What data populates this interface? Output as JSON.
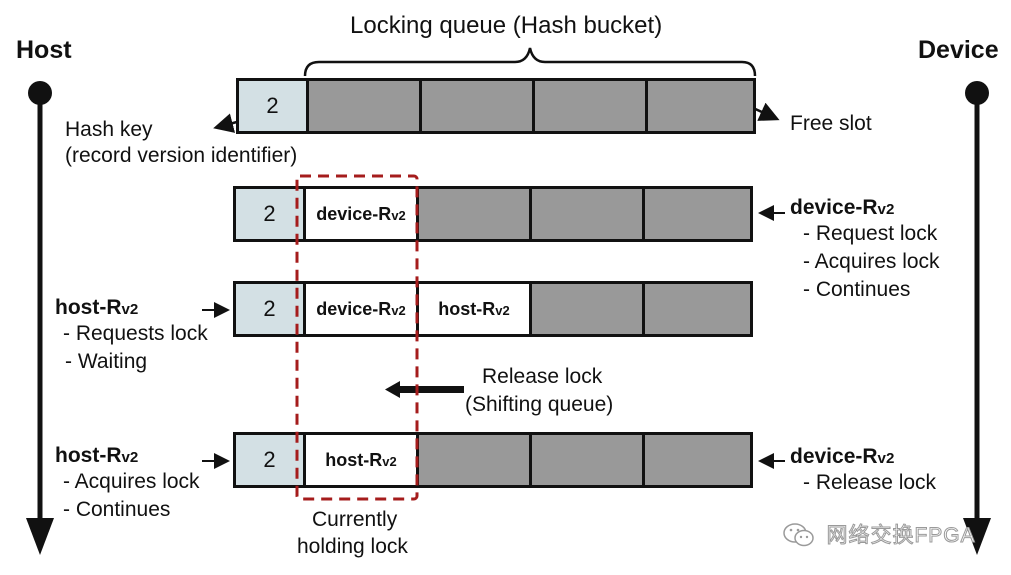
{
  "diagram": {
    "title": "Locking queue (Hash bucket)",
    "host_label": "Host",
    "device_label": "Device",
    "hash_key_value": "2",
    "hash_key_caption_line1": "Hash key",
    "hash_key_caption_line2": "(record version identifier)",
    "free_slot_caption": "Free slot",
    "release_caption_line1": "Release lock",
    "release_caption_line2": "(Shifting queue)",
    "holding_caption_line1": "Currently",
    "holding_caption_line2": "holding lock",
    "rows": [
      {
        "name": "initial",
        "cells": [
          "2",
          "",
          "",
          "",
          ""
        ]
      },
      {
        "name": "device-request",
        "cells": [
          "2",
          "device-R",
          "",
          "",
          ""
        ]
      },
      {
        "name": "host-request",
        "cells": [
          "2",
          "device-R",
          "host-R",
          "",
          ""
        ]
      },
      {
        "name": "after-release",
        "cells": [
          "2",
          "host-R",
          "",
          "",
          ""
        ]
      }
    ],
    "subscript": "v2",
    "annotations": {
      "device_request": {
        "actor": "device-R",
        "sub": "v2",
        "steps": [
          "- Request lock",
          "- Acquires lock",
          "- Continues"
        ]
      },
      "host_request": {
        "actor": "host-R",
        "sub": "v2",
        "steps": [
          "- Requests lock",
          "- Waiting"
        ]
      },
      "host_acquire": {
        "actor": "host-R",
        "sub": "v2",
        "steps": [
          "- Acquires lock",
          "- Continues"
        ]
      },
      "device_release": {
        "actor": "device-R",
        "sub": "v2",
        "steps": [
          "- Release lock"
        ]
      }
    },
    "colors": {
      "key_cell": "#d3e0e4",
      "empty_slot": "#999999",
      "filled_slot": "#ffffff",
      "lock_highlight": "#a51c1c"
    },
    "watermark": "网络交换FPGA"
  }
}
